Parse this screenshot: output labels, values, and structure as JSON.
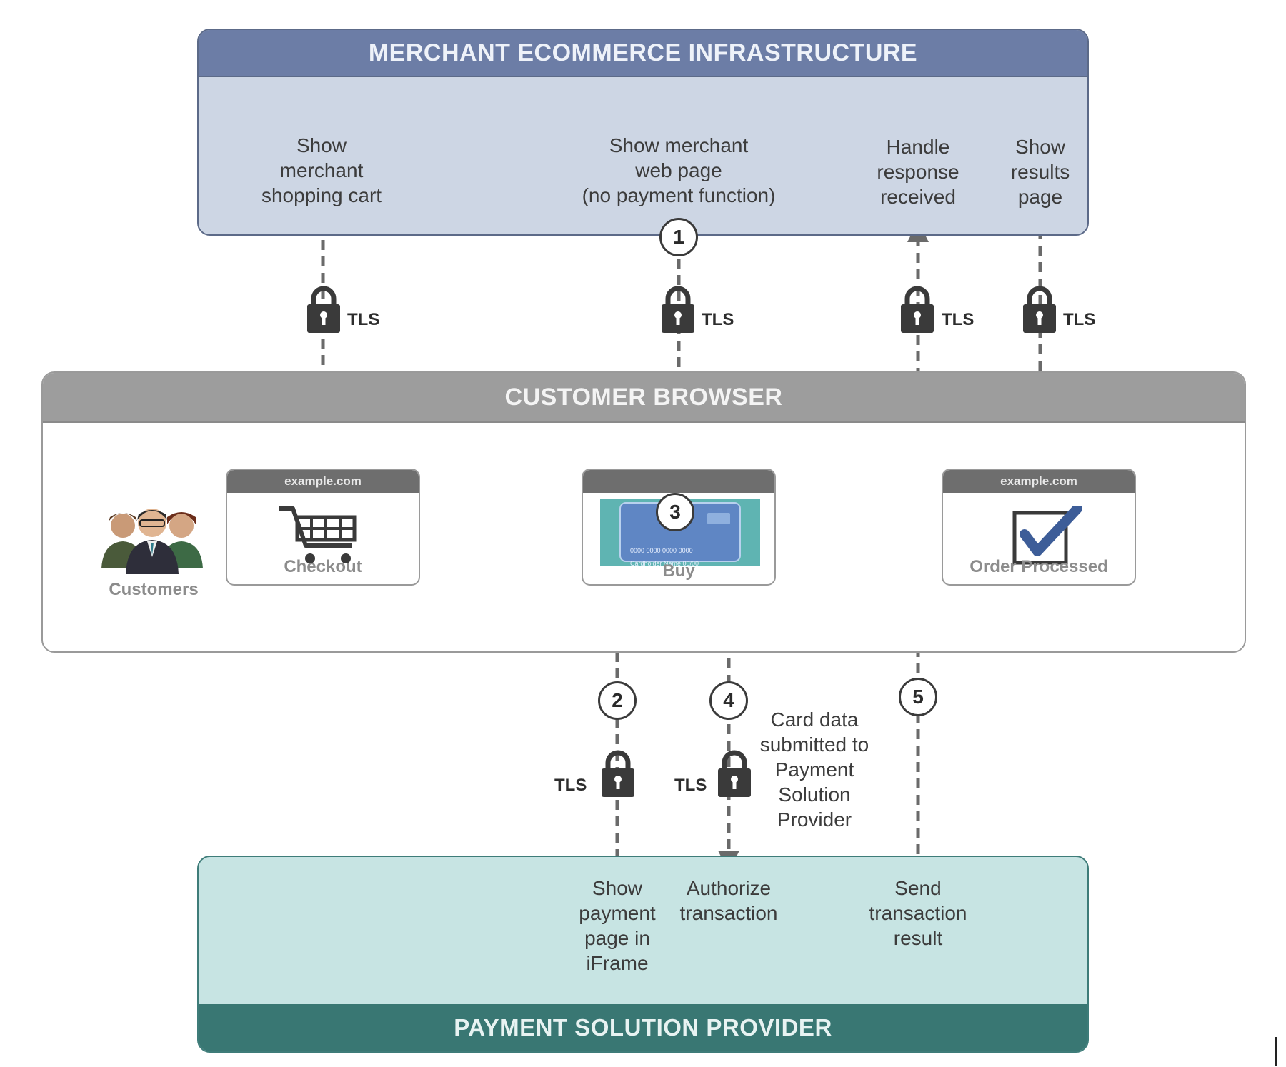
{
  "sections": {
    "merchant_title": "MERCHANT ECOMMERCE  INFRASTRUCTURE",
    "browser_title": "CUSTOMER BROWSER",
    "provider_title": "PAYMENT SOLUTION PROVIDER"
  },
  "merchant_steps": {
    "shopping_cart": "Show\nmerchant\nshopping cart",
    "web_page": "Show merchant\nweb page\n(no payment function)",
    "handle_response": "Handle\nresponse\nreceived",
    "results_page": "Show\nresults\npage"
  },
  "browser": {
    "customers_label": "Customers",
    "checkout_window": {
      "url": "example.com",
      "caption": "Checkout"
    },
    "buy_window": {
      "url": "",
      "caption": "Buy",
      "card_number": "0000 0000 0000 0000",
      "card_holder": "Cardholder Name  00/00"
    },
    "order_window": {
      "url": "example.com",
      "caption": "Order Processed"
    }
  },
  "provider_steps": {
    "show_payment": "Show\npayment\npage in\niFrame",
    "authorize": "Authorize\ntransaction",
    "send_result": "Send\ntransaction\nresult"
  },
  "card_data_note": "Card data\nsubmitted to\nPayment\nSolution\nProvider",
  "tls_label": "TLS",
  "step_numbers": [
    "1",
    "2",
    "3",
    "4",
    "5"
  ]
}
